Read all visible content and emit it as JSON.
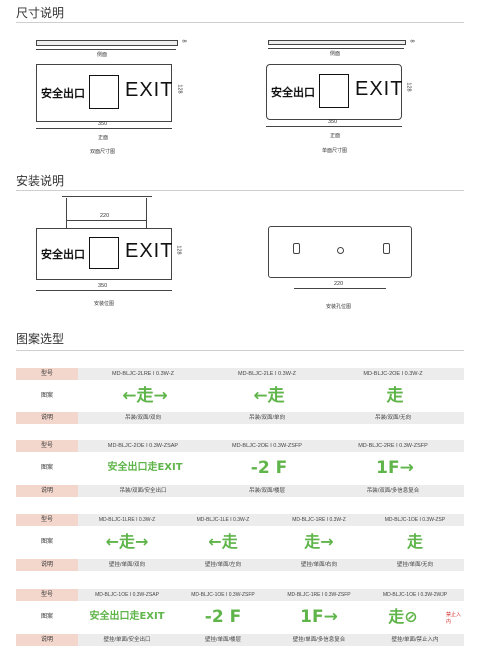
{
  "sections": {
    "size": "尺寸说明",
    "install": "安装说明",
    "pattern": "图案选型"
  },
  "drawings": {
    "side_view": "侧面",
    "front_view": "正面",
    "double_caption": "双面尺寸图",
    "single_caption": "单面尺寸图",
    "install_caption": "安装位图",
    "hole_caption": "安装孔位图",
    "width": "350",
    "height": "128",
    "thickness": "8",
    "hang_width": "220",
    "hole_width": "220",
    "sign_cn": "安全出口",
    "sign_en": "EXIT"
  },
  "tables": [
    {
      "label_model": "型号",
      "label_pattern": "图案",
      "label_desc": "说明",
      "models": [
        "MD-BLJC-2LRE I 0.3W-Z",
        "MD-BLJC-2LE I 0.3W-Z",
        "MD-BLJC-2OE I 0.3W-Z"
      ],
      "patterns": [
        "←⾛→",
        "←⾛",
        "⾛"
      ],
      "descs": [
        "吊装/双面/双向",
        "吊装/双面/单向",
        "吊装/双面/无向"
      ]
    },
    {
      "label_model": "型号",
      "label_pattern": "图案",
      "label_desc": "说明",
      "models": [
        "MD-BLJC-2OE I 0.3W-ZSAP",
        "MD-BLJC-2OE I 0.3W-ZSFP",
        "MD-BLJC-2RE I 0.3W-ZSFP"
      ],
      "patterns": [
        "安全出口⾛EXIT",
        "-2 F",
        "1F→"
      ],
      "descs": [
        "吊装/双面/安全出口",
        "吊装/双面/楼层",
        "吊装/双面/多信息复合"
      ]
    },
    {
      "label_model": "型号",
      "label_pattern": "图案",
      "label_desc": "说明",
      "models": [
        "MD-BLJC-1LRE I 0.3W-Z",
        "MD-BLJC-1LE I 0.3W-Z",
        "MD-BLJC-1RE I 0.3W-Z",
        "MD-BLJC-1OE I 0.3W-ZSP"
      ],
      "patterns": [
        "←⾛→",
        "←⾛",
        "⾛→",
        "⾛"
      ],
      "descs": [
        "壁挂/单面/双向",
        "壁挂/单面/左向",
        "壁挂/单面/右向",
        "壁挂/单面/无向"
      ]
    },
    {
      "label_model": "型号",
      "label_pattern": "图案",
      "label_desc": "说明",
      "models": [
        "MD-BLJC-1OE I 0.3W-ZSAP",
        "MD-BLJC-1OE I 0.3W-ZSFP",
        "MD-BLJC-1RE I 0.3W-ZSFP",
        "MD-BLJC-1OE I 0.3W-2WJP"
      ],
      "patterns": [
        "安全出口⾛EXIT",
        "-2 F",
        "1F→",
        "⾛⊘"
      ],
      "descs": [
        "壁挂/单面/安全出口",
        "壁挂/单面/楼层",
        "壁挂/单面/多信息复合",
        "壁挂/单面/禁止入内"
      ],
      "prohibit": "禁止入内"
    }
  ],
  "colors": {
    "green": "#5fb54a",
    "label_bg": "#f3d7cc",
    "desc_bg": "#ececec"
  }
}
